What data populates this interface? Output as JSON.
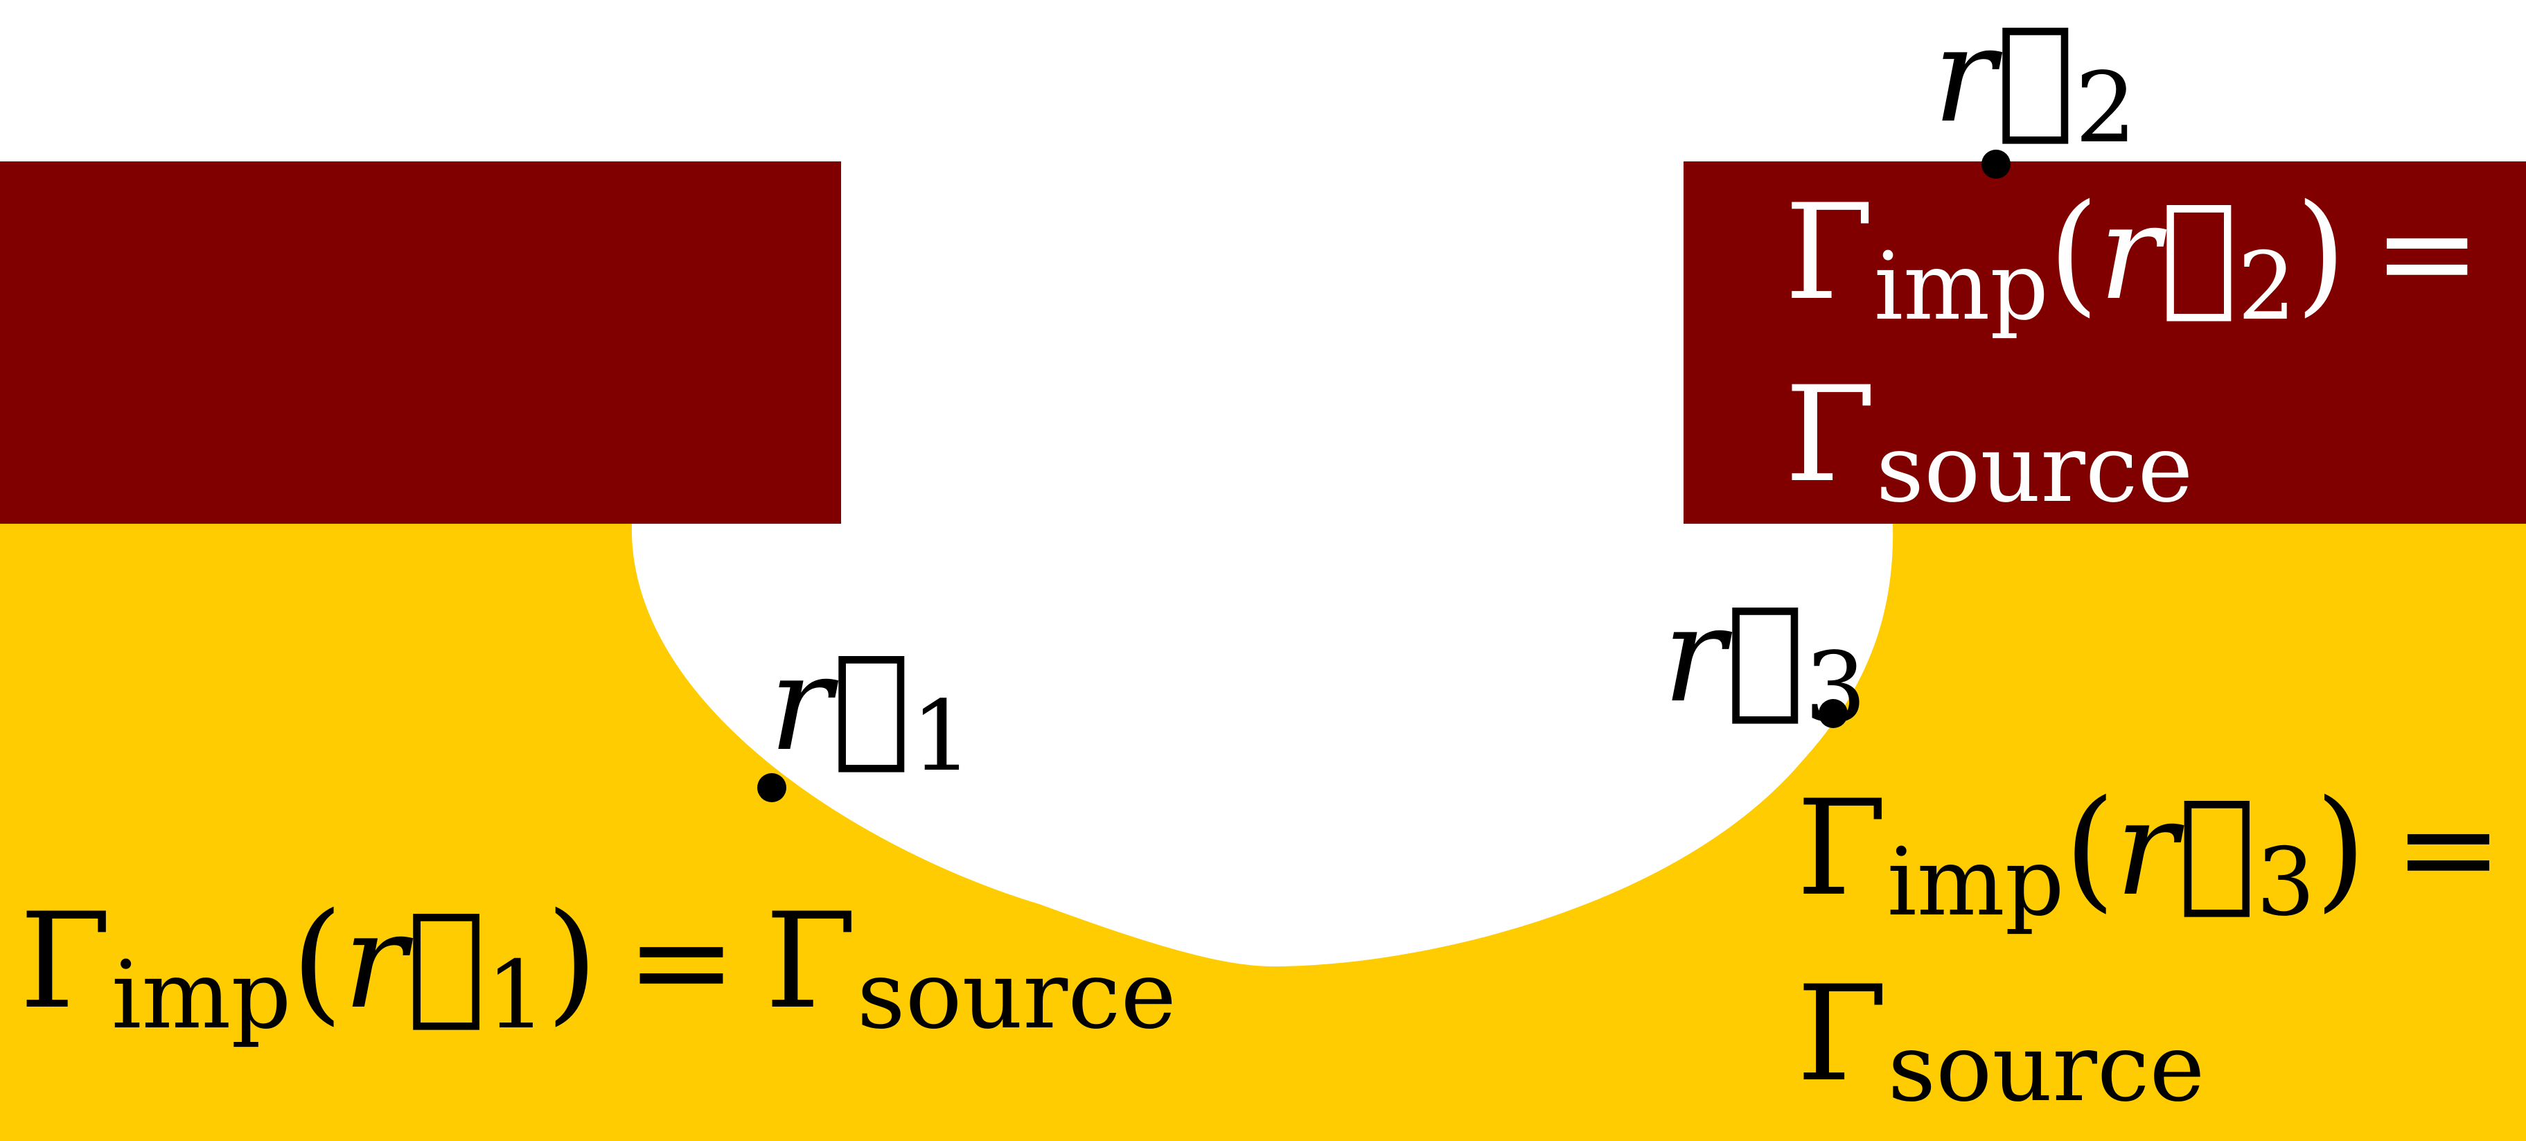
{
  "colors": {
    "background": "#ffffff",
    "source_region": "#800000",
    "bulk_region": "#fecc00",
    "cavity": "#ffffff",
    "points": "#000000",
    "text_on_dark": "#ffffff",
    "text_on_light": "#000000"
  },
  "points": [
    {
      "id": "r1",
      "symbol": "r",
      "index": "1"
    },
    {
      "id": "r2",
      "symbol": "r",
      "index": "2"
    },
    {
      "id": "r3",
      "symbol": "r",
      "index": "3"
    }
  ],
  "equations": {
    "gamma": "Γ",
    "imp_sub": "imp",
    "source_sub": "source",
    "open_paren": "(",
    "close_paren": ")",
    "equals": "=",
    "r_vec": "r⃗",
    "r1_index": "1",
    "r2_index": "2",
    "r3_index": "3"
  }
}
